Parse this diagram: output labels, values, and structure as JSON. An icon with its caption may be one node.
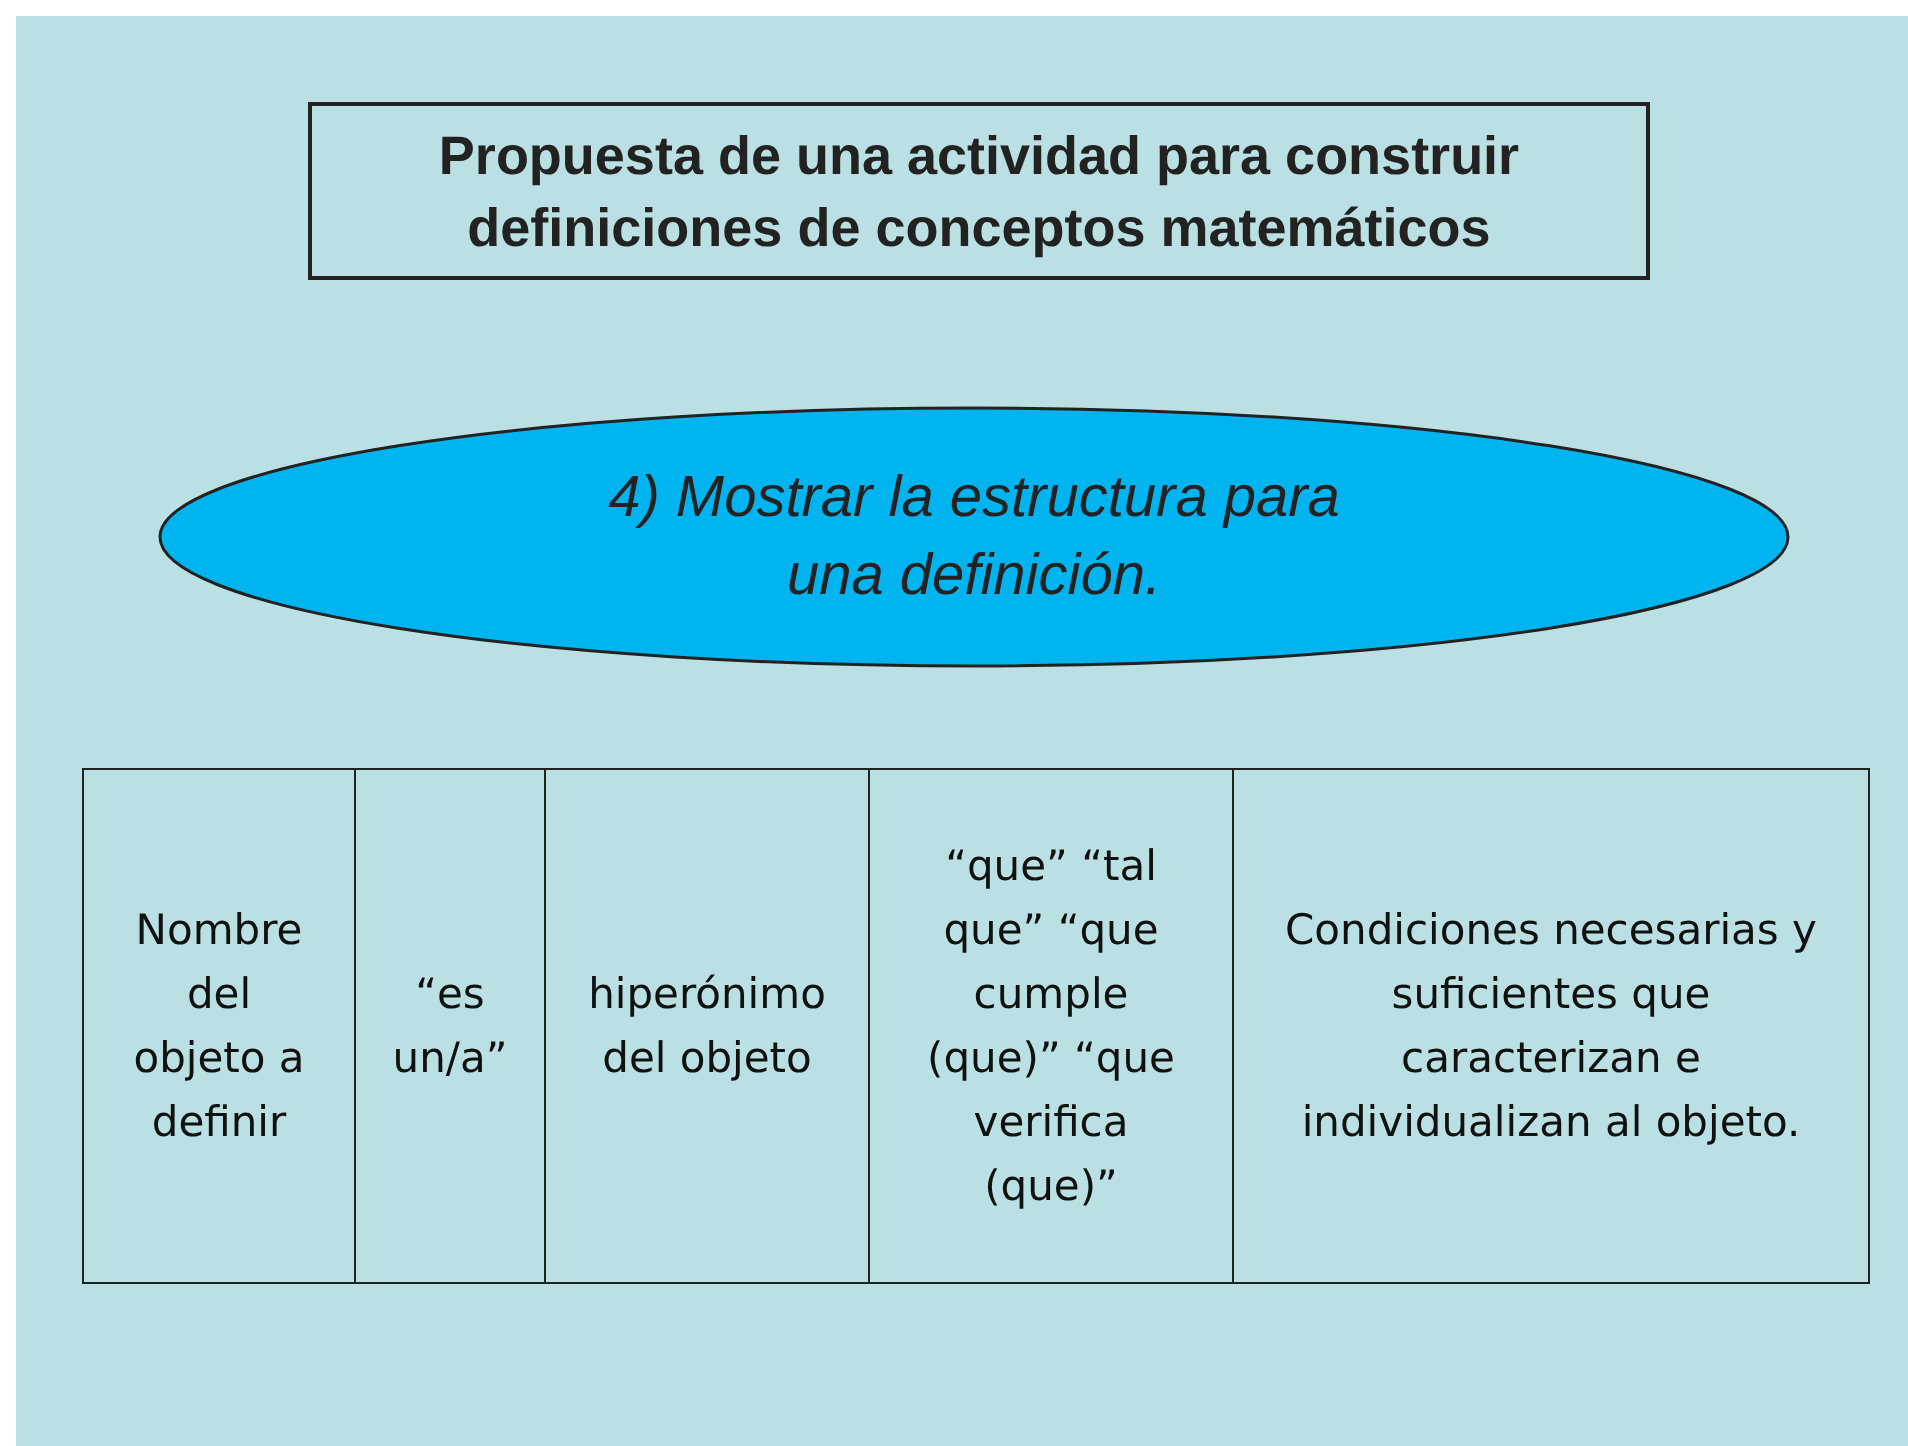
{
  "diagram": {
    "title": "Propuesta de una actividad para construir definiciones de conceptos matemáticos",
    "nodes": [
      {
        "text": [
          "4) Mostrar la estructura para una definición."
        ]
      }
    ],
    "labels": [
      "Nombre del objeto a definir",
      "“es un/a”",
      "hiperónimo del objeto",
      "“que” “tal que” “que cumple (que)” “que verifica (que)”",
      "Condiciones necesarias y suficientes que caracterizan e individualizan al objeto."
    ]
  }
}
